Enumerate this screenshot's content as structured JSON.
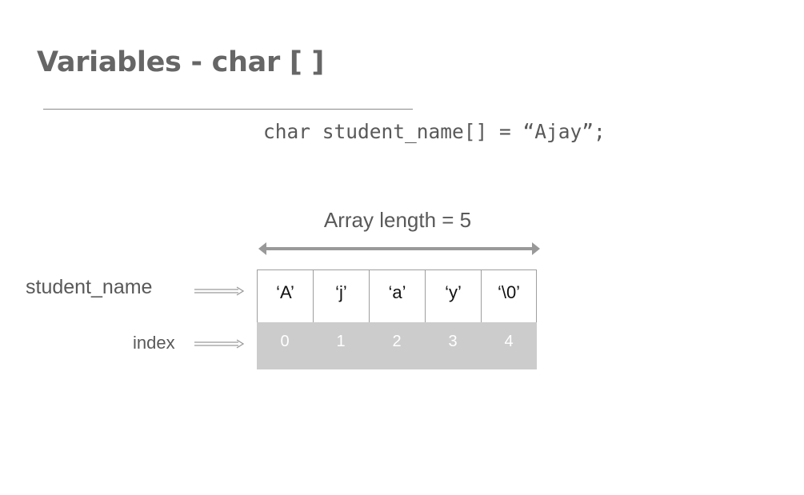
{
  "slide": {
    "title": "Variables - char [ ]",
    "code": "char student_name[] = “Ajay”;"
  },
  "diagram": {
    "length_label": "Array length = 5",
    "variable_label": "student_name",
    "index_label": "index",
    "cells": [
      {
        "value": "‘A’",
        "index": "0"
      },
      {
        "value": "‘j’",
        "index": "1"
      },
      {
        "value": "‘a’",
        "index": "2"
      },
      {
        "value": "‘y’",
        "index": "3"
      },
      {
        "value": "‘\\0’",
        "index": "4"
      }
    ]
  },
  "colors": {
    "title_text": "#666666",
    "body_text": "#595959",
    "arrow": "#999999",
    "cell_border": "#9e9e9e",
    "index_fill": "#cccccc",
    "index_text": "#ffffff"
  }
}
